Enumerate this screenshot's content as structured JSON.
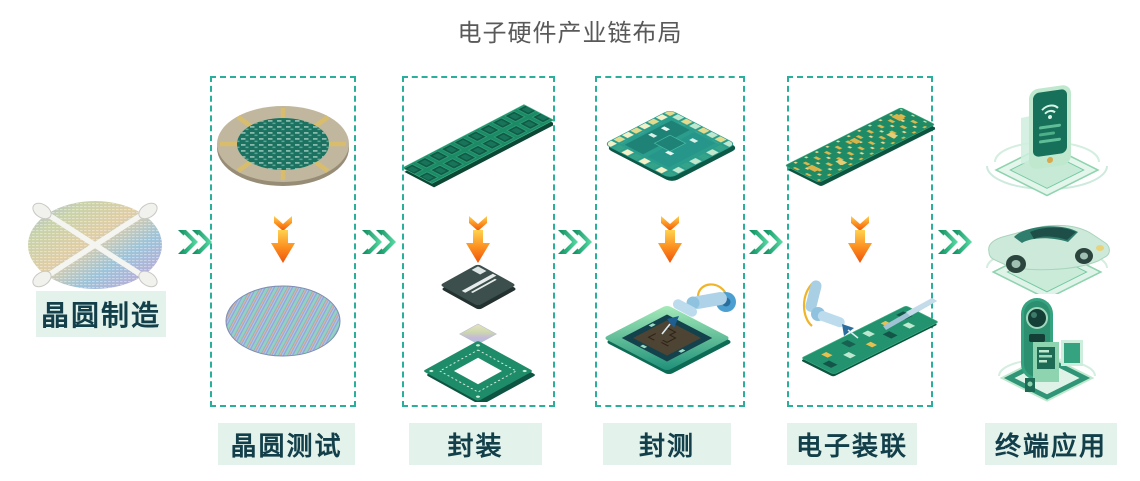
{
  "title": "电子硬件产业链布局",
  "flow": {
    "stages": [
      {
        "id": "wafer-manufacturing",
        "label": "晶圆制造",
        "boxed": false,
        "illustrations": [
          "iridescent-wafer-with-handling-rollers"
        ]
      },
      {
        "id": "wafer-testing",
        "label": "晶圆测试",
        "boxed": true,
        "illustrations": [
          "wafer-on-probe-card",
          "iridescent-tested-wafer"
        ]
      },
      {
        "id": "packaging",
        "label": "封装",
        "boxed": true,
        "illustrations": [
          "leadframe-panel-strip",
          "exploded-chip-package"
        ]
      },
      {
        "id": "package-testing",
        "label": "封测",
        "boxed": true,
        "illustrations": [
          "package-substrate-panel",
          "chip-under-test-probe"
        ]
      },
      {
        "id": "electronic-assembly",
        "label": "电子装联",
        "boxed": true,
        "illustrations": [
          "bare-pcb-board",
          "pcb-assembly-with-robot-arm"
        ]
      },
      {
        "id": "terminal-applications",
        "label": "终端应用",
        "boxed": false,
        "illustrations": [
          "smart-kiosk-terminal",
          "connected-car",
          "smart-camera-robot"
        ]
      }
    ],
    "connector_icon": "double-chevron-right-icon",
    "process_icon": "double-arrow-down-icon"
  },
  "colors": {
    "title_text": "#595959",
    "label_text": "#123f4a",
    "label_bg": "#e3f2ea",
    "dashed_border": "#2ab09a",
    "chevron_green_dark": "#0a8a5c",
    "chevron_green_light": "#5cdca6",
    "arrow_orange_light": "#ffd14f",
    "arrow_orange_dark": "#ef5309",
    "pcb_green": "#1e8a66",
    "board_teal": "#2a9d8c"
  }
}
